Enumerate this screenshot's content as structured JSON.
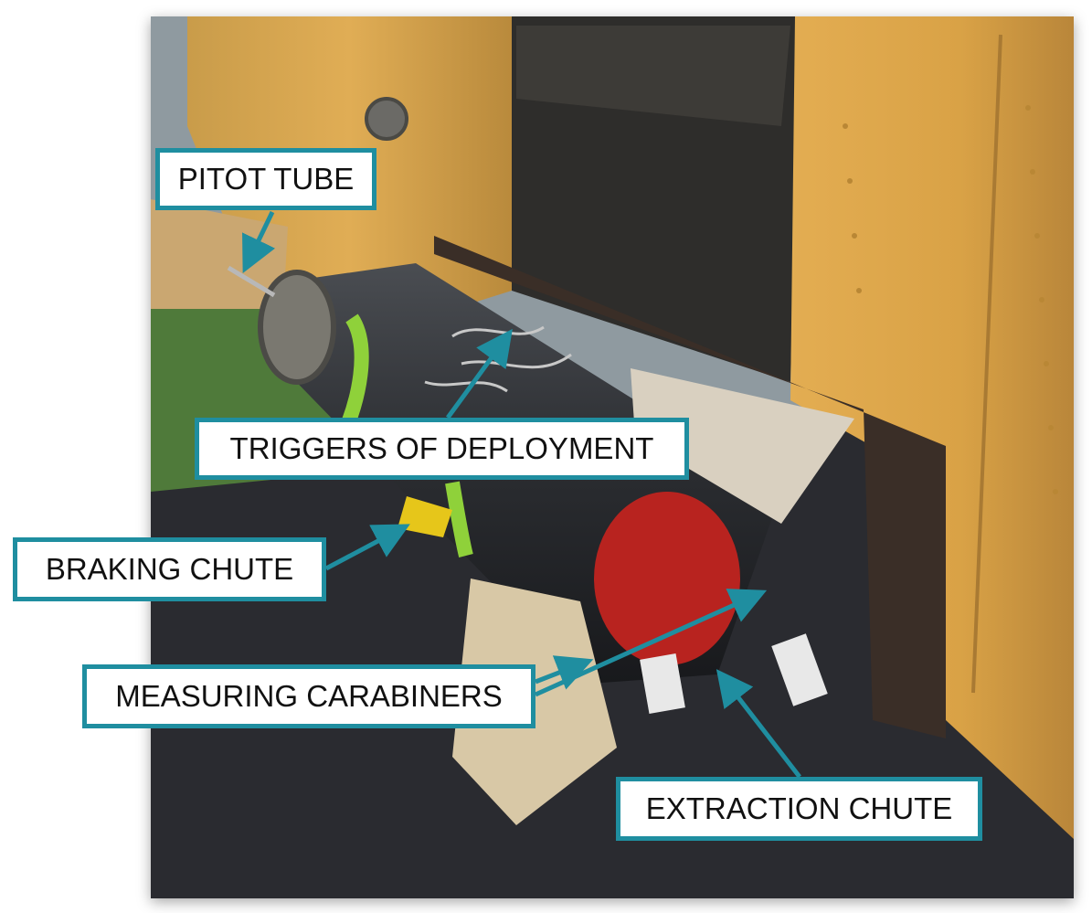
{
  "labels": {
    "pitot_tube": "PITOT TUBE",
    "triggers": "TRIGGERS OF DEPLOYMENT",
    "braking_chute": "BRAKING CHUTE",
    "measuring_carabiners": "MEASURING CARABINERS",
    "extraction_chute": "EXTRACTION CHUTE"
  },
  "colors": {
    "callout_border": "#1f8ea0",
    "arrow": "#1f8ea0",
    "fuselage": "#d9a548",
    "pavement": "#2a2b30"
  }
}
